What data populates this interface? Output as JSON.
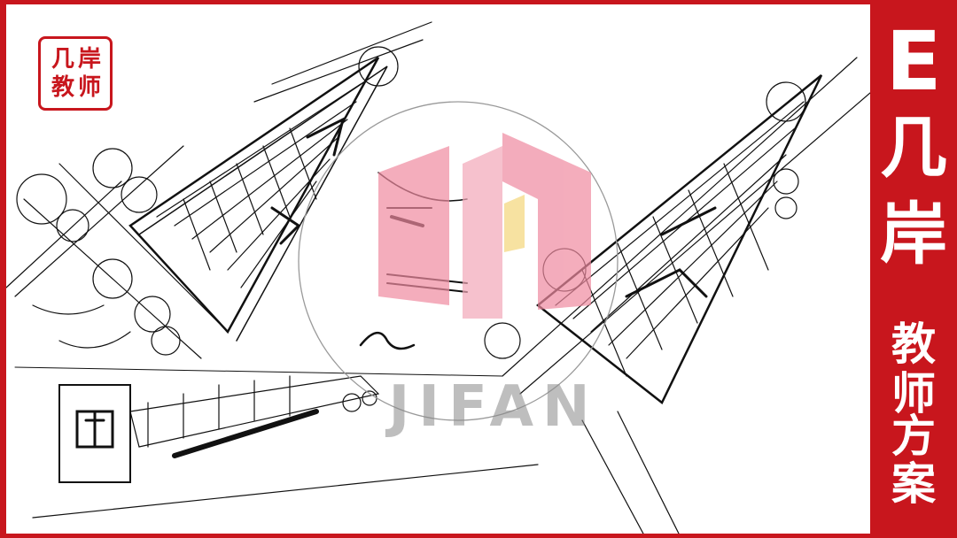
{
  "logo_badge": {
    "line1": "几岸",
    "line2": "教师",
    "chars": [
      "几",
      "岸",
      "教",
      "师"
    ]
  },
  "side_banner": {
    "letter": "E",
    "title_chars": [
      "几",
      "岸"
    ],
    "subtitle_chars": [
      "教",
      "师",
      "方",
      "案"
    ]
  },
  "watermark": {
    "text": "JIFAN"
  },
  "colors": {
    "brand_red": "#c8161d",
    "watermark_pink": "#ef8aa0",
    "watermark_yellow": "#f5d67a",
    "watermark_gray": "#8a8a8a",
    "background": "#ffffff",
    "ink": "#111111"
  },
  "icons": {
    "stamp": "seal-icon",
    "watermark": "jifan-logo-icon"
  }
}
